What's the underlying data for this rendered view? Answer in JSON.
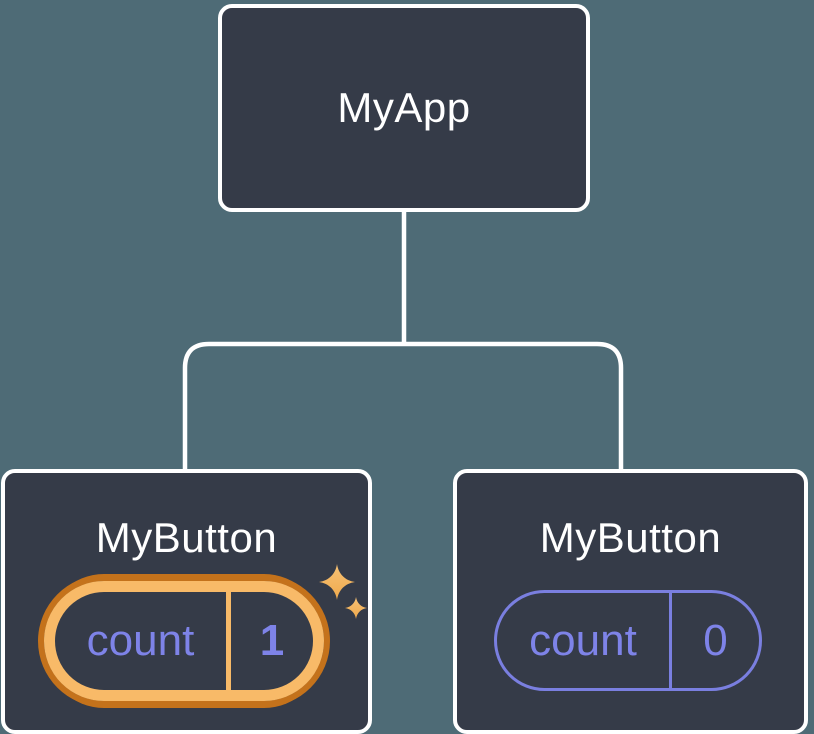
{
  "diagram": {
    "title": "react-component-tree",
    "root": {
      "label": "MyApp"
    },
    "children": [
      {
        "label": "MyButton",
        "state": {
          "name": "count",
          "value": "1"
        },
        "highlighted": true
      },
      {
        "label": "MyButton",
        "state": {
          "name": "count",
          "value": "0"
        },
        "highlighted": false
      }
    ]
  },
  "colors": {
    "background": "#4e6b76",
    "node-bg": "#353b48",
    "node-border": "#ffffff",
    "connector": "#ffffff",
    "title-text": "#ffffff",
    "state-text": "#7e83e8",
    "pill-outline": "#7a7fe0",
    "highlight-gold": "#f8ba68",
    "highlight-orange": "#c4721b",
    "sparkle": "#f5b65e",
    "sparkle-deep": "#eda344"
  }
}
